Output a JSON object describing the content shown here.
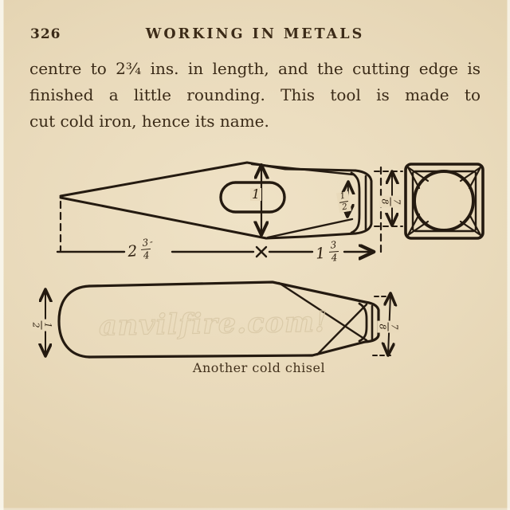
{
  "page": {
    "number": "326",
    "header": "WORKING IN METALS",
    "body_lines": [
      "centre to 2¾ ins. in length, and the cutting edge is",
      "finished a little rounding.  This tool is made to",
      "cut cold iron, hence its name."
    ],
    "caption": "Another cold chisel",
    "watermark": "anvilfire.com!"
  },
  "dims": {
    "side": {
      "blade_length": {
        "whole": "2",
        "num": "3",
        "den": "4",
        "unit": "″"
      },
      "head_length": {
        "whole": "1",
        "num": "3",
        "den": "4"
      },
      "body_height": "1",
      "face_width": {
        "num": "1",
        "den": "2"
      },
      "head_height": {
        "num": "7",
        "den": "8"
      }
    },
    "top": {
      "body_width": {
        "num": "1",
        "den": "2"
      },
      "head_width": {
        "num": "7",
        "den": "8"
      }
    }
  },
  "colors": {
    "paper": "#e9dabb",
    "ink": "#3c2b18",
    "ink-draw": "#241a10",
    "watermark": "#d8c7a5"
  }
}
